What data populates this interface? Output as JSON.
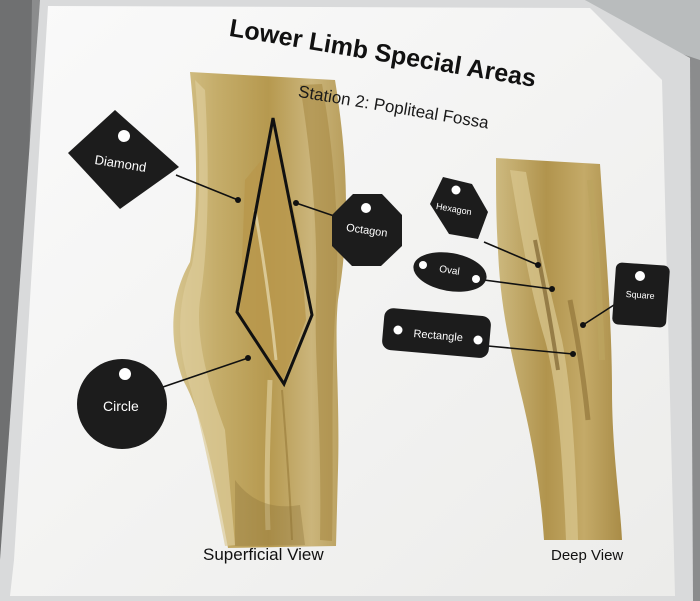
{
  "poster": {
    "title": "Lower Limb Special Areas",
    "subtitle": "Station 2: Popliteal Fossa",
    "superficial_caption": "Superficial View",
    "deep_caption": "Deep View"
  },
  "tags": {
    "diamond": "Diamond",
    "octagon": "Octagon",
    "circle": "Circle",
    "hexagon": "Hexagon",
    "oval": "Oval",
    "rectangle": "Rectangle",
    "square": "Square"
  },
  "colors": {
    "tag_fill": "#1c1c1c",
    "paper": "#f7f7f5",
    "cadaver_tissue": "#c9b376",
    "background": "#8d8f90"
  }
}
